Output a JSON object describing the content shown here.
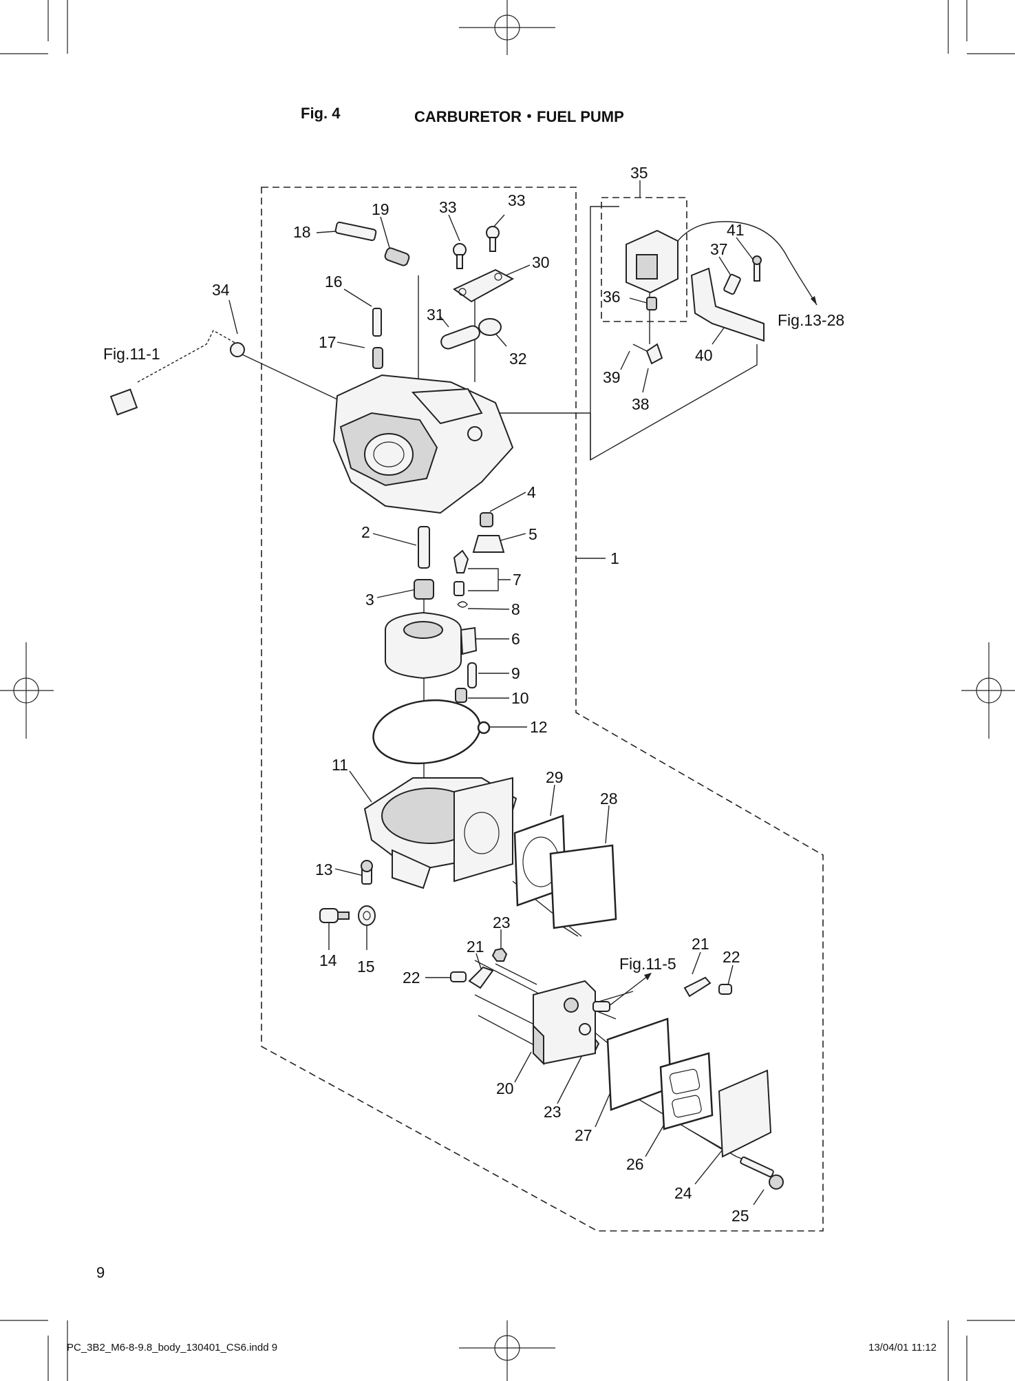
{
  "figure": {
    "number": "Fig. 4",
    "title": "CARBURETOR・FUEL PUMP"
  },
  "callouts": [
    {
      "id": "c35",
      "text": "35"
    },
    {
      "id": "c33a",
      "text": "33"
    },
    {
      "id": "c33b",
      "text": "33"
    },
    {
      "id": "c19",
      "text": "19"
    },
    {
      "id": "c18",
      "text": "18"
    },
    {
      "id": "c30",
      "text": "30"
    },
    {
      "id": "c41",
      "text": "41"
    },
    {
      "id": "c37",
      "text": "37"
    },
    {
      "id": "c34",
      "text": "34"
    },
    {
      "id": "c16",
      "text": "16"
    },
    {
      "id": "c36",
      "text": "36"
    },
    {
      "id": "c31",
      "text": "31"
    },
    {
      "id": "c17",
      "text": "17"
    },
    {
      "id": "c32",
      "text": "32"
    },
    {
      "id": "c40",
      "text": "40"
    },
    {
      "id": "c39",
      "text": "39"
    },
    {
      "id": "c38",
      "text": "38"
    },
    {
      "id": "c4",
      "text": "4"
    },
    {
      "id": "c2",
      "text": "2"
    },
    {
      "id": "c5",
      "text": "5"
    },
    {
      "id": "c1",
      "text": "1"
    },
    {
      "id": "c7",
      "text": "7"
    },
    {
      "id": "c3",
      "text": "3"
    },
    {
      "id": "c8",
      "text": "8"
    },
    {
      "id": "c6",
      "text": "6"
    },
    {
      "id": "c9",
      "text": "9"
    },
    {
      "id": "c10",
      "text": "10"
    },
    {
      "id": "c12",
      "text": "12"
    },
    {
      "id": "c11",
      "text": "11"
    },
    {
      "id": "c29",
      "text": "29"
    },
    {
      "id": "c28",
      "text": "28"
    },
    {
      "id": "c13",
      "text": "13"
    },
    {
      "id": "c23a",
      "text": "23"
    },
    {
      "id": "c21a",
      "text": "21"
    },
    {
      "id": "c21b",
      "text": "21"
    },
    {
      "id": "c22a",
      "text": "22"
    },
    {
      "id": "c14",
      "text": "14"
    },
    {
      "id": "c15",
      "text": "15"
    },
    {
      "id": "c22b",
      "text": "22"
    },
    {
      "id": "c20",
      "text": "20"
    },
    {
      "id": "c23b",
      "text": "23"
    },
    {
      "id": "c27",
      "text": "27"
    },
    {
      "id": "c26",
      "text": "26"
    },
    {
      "id": "c24",
      "text": "24"
    },
    {
      "id": "c25",
      "text": "25"
    }
  ],
  "references": [
    {
      "id": "r11-1",
      "text": "Fig.11-1"
    },
    {
      "id": "r13-28",
      "text": "Fig.13-28"
    },
    {
      "id": "r11-5",
      "text": "Fig.11-5"
    }
  ],
  "page_number": "9",
  "slug_left": "PC_3B2_M6-8-9.8_body_130401_CS6.indd   9",
  "slug_right": "13/04/01   11:12"
}
